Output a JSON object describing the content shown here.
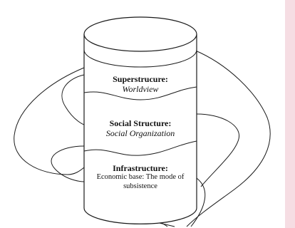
{
  "layers": [
    {
      "title": "Superstrucure:",
      "subtitle": "Worldview",
      "subtitle_style": "italic"
    },
    {
      "title": "Social Structure:",
      "subtitle": "Social Organization",
      "subtitle_style": "italic"
    },
    {
      "title": "Infrastructure:",
      "subtitle": "Economic base: The mode of subsistence",
      "subtitle_style": "plain"
    }
  ],
  "colors": {
    "stroke": "#1a1a1a",
    "fill": "#ffffff",
    "side_strip": "#f6dde3"
  }
}
